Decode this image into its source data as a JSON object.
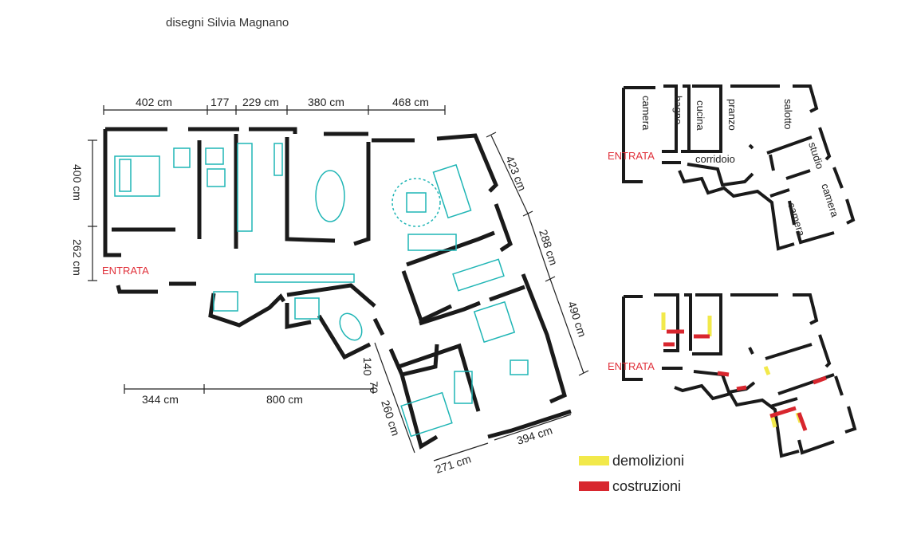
{
  "credit": "disegni Silvia Magnano",
  "plan": {
    "dimensions_top": [
      "402 cm",
      "177",
      "229 cm",
      "380 cm",
      "468 cm"
    ],
    "dimensions_left": [
      "400 cm",
      "262 cm"
    ],
    "dimensions_bottom": [
      "344 cm",
      "800 cm"
    ],
    "dimensions_right": [
      "423 cm",
      "288 cm",
      "490 cm"
    ],
    "dimensions_lower": [
      "140",
      "70",
      "260 cm",
      "271 cm",
      "394 cm"
    ],
    "entrance_label": "ENTRATA"
  },
  "small_plan_top": {
    "rooms": [
      "camera",
      "bagno",
      "cucina",
      "pranzo",
      "salotto",
      "corridoio",
      "studio",
      "camera",
      "camera"
    ],
    "entrance_label": "ENTRATA"
  },
  "small_plan_bottom": {
    "entrance_label": "ENTRATA"
  },
  "legend": {
    "items": [
      {
        "label": "demolizioni",
        "color": "#f2e94a"
      },
      {
        "label": "costruzioni",
        "color": "#d8262e"
      }
    ]
  },
  "colors": {
    "wall": "#1a1a1a",
    "furniture": "#1fb5b5",
    "entrance": "#e0303a"
  }
}
